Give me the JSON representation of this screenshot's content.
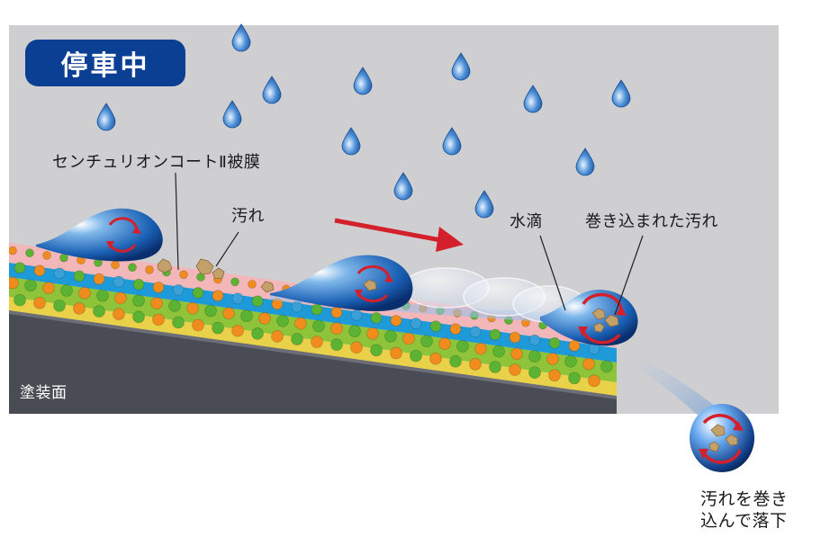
{
  "badge": "停車中",
  "labels": {
    "coating": "センチュリオンコートⅡ被膜",
    "dirt": "汚れ",
    "water_drop": "水滴",
    "trapped_dirt": "巻き込まれた汚れ",
    "paint_surface": "塗装面",
    "falling_line1": "汚れを巻き",
    "falling_line2": "込んで落下"
  },
  "colors": {
    "background_panel": "#cfcfd1",
    "badge": "#0b3f93",
    "arrow": "#d4202a",
    "paint_surface": "#4a4c55",
    "coat_pink": "#f3b6b9",
    "coat_blue": "#1e9ad8",
    "coat_green": "#8fc43a",
    "coat_yellow": "#e9d24a",
    "drop_blue": "#1a5fb4",
    "dirt": "#c4a06a"
  },
  "icons": [
    "rain-drop-icon",
    "rotation-arrows-icon",
    "direction-arrow-icon"
  ]
}
